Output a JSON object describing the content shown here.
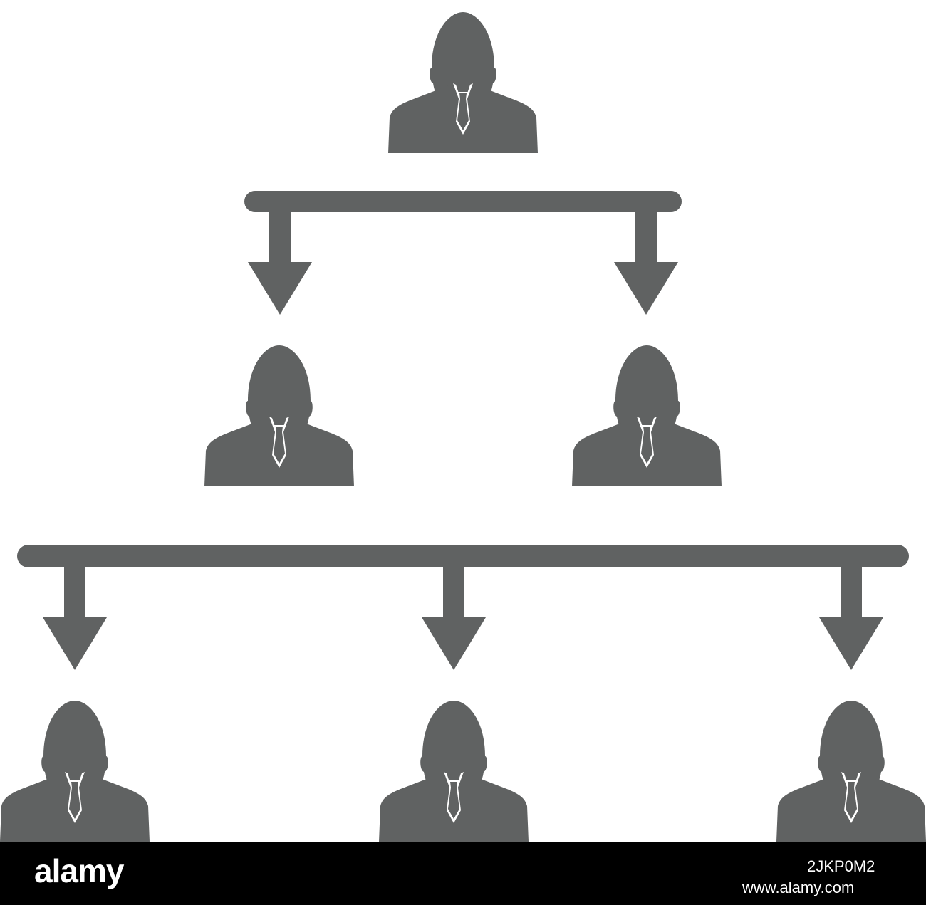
{
  "diagram": {
    "colors": {
      "figure": "#606262",
      "background": "#ffffff"
    },
    "icons": {
      "person": "businessman-icon",
      "arrow": "down-arrow-icon"
    },
    "levels": [
      {
        "name": "top",
        "people": 1
      },
      {
        "name": "middle",
        "people": 2
      },
      {
        "name": "bottom",
        "people": 3
      }
    ]
  },
  "footer": {
    "brand": "alamy",
    "image_id": "2JKP0M2",
    "reference": "www.alamy.com"
  }
}
